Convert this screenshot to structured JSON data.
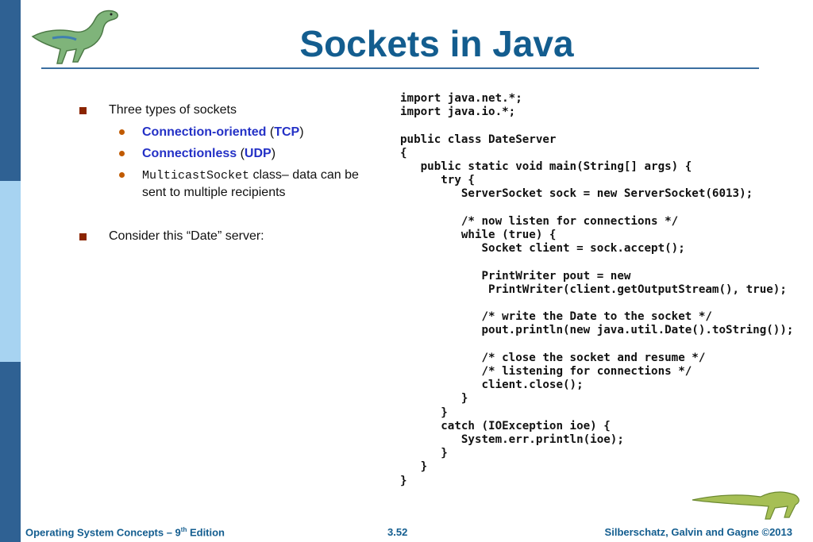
{
  "slide": {
    "title": "Sockets in Java",
    "bullets": {
      "b1": "Three types of sockets",
      "s1_a": "Connection-oriented",
      "s1_b": " (",
      "s1_c": "TCP",
      "s1_d": ")",
      "s2_a": "Connectionless",
      "s2_b": " (",
      "s2_c": "UDP",
      "s2_d": ")",
      "s3_a": "MulticastSocket",
      "s3_b": " class– data can be sent to multiple recipients",
      "b2": "Consider this “Date” server:"
    },
    "code": "import java.net.*;\nimport java.io.*;\n\npublic class DateServer\n{\n   public static void main(String[] args) {\n      try {\n         ServerSocket sock = new ServerSocket(6013);\n\n         /* now listen for connections */\n         while (true) {\n            Socket client = sock.accept();\n\n            PrintWriter pout = new\n             PrintWriter(client.getOutputStream(), true);\n\n            /* write the Date to the socket */\n            pout.println(new java.util.Date().toString());\n\n            /* close the socket and resume */\n            /* listening for connections */\n            client.close();\n         }\n      }\n      catch (IOException ioe) {\n         System.err.println(ioe);\n      }\n   }\n}"
  },
  "footer": {
    "left_a": "Operating System Concepts – 9",
    "left_sup": "th",
    "left_b": " Edition",
    "page": "3.52",
    "right": "Silberschatz, Galvin and Gagne ©2013"
  },
  "colors": {
    "sidebar": "#2f6193",
    "sidebar_light": "#a7d3f1",
    "title": "#135d8f",
    "accent_blue": "#2431c6"
  }
}
